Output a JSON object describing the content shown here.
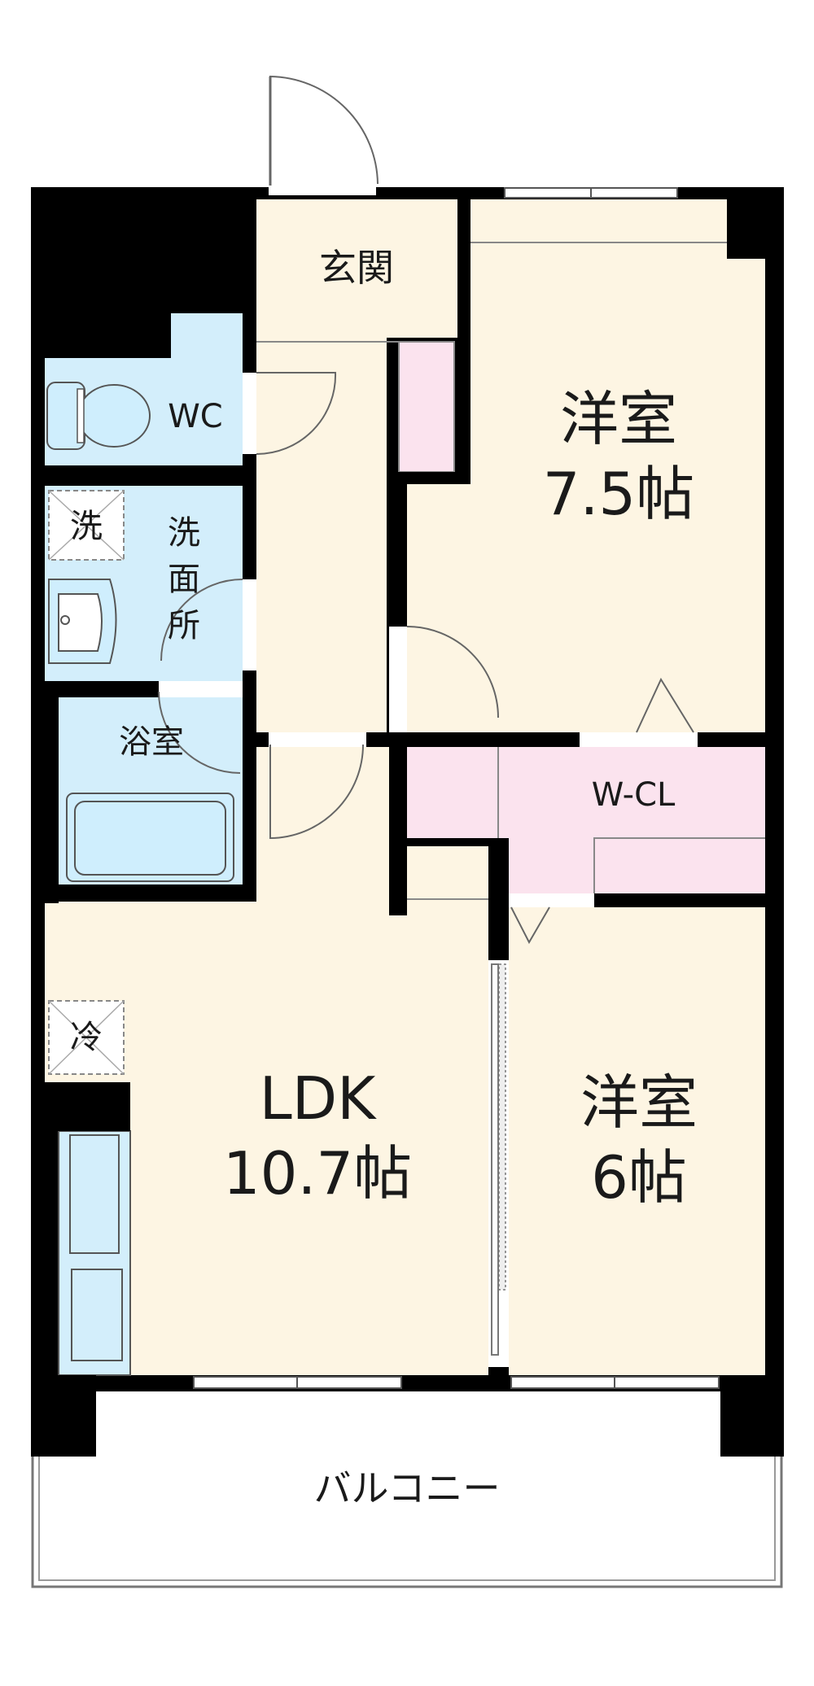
{
  "rooms": {
    "genkan": "玄関",
    "wc": "WC",
    "senmenjo": [
      "洗",
      "面",
      "所"
    ],
    "washer_mark": "洗",
    "bath": "浴室",
    "room1_name": "洋室",
    "room1_size": "7.5帖",
    "wcl": "W-CL",
    "ldk_name": "LDK",
    "ldk_size": "10.7帖",
    "fridge_mark": "冷",
    "room2_name": "洋室",
    "room2_size": "6帖",
    "balcony": "バルコニー"
  },
  "colors": {
    "wall": "#000000",
    "room_floor": "#fdf5e3",
    "wet_area": "#d3eefb",
    "closet": "#fbe3ee",
    "balcony": "#ffffff"
  }
}
